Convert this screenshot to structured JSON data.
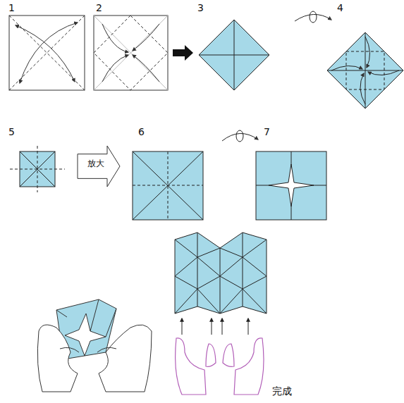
{
  "diagram": {
    "nodes": [
      {
        "text": [
          "放大"
        ]
      }
    ],
    "labels": [
      "1",
      "2",
      "3",
      "4",
      "5",
      "6",
      "7",
      "完成"
    ]
  }
}
